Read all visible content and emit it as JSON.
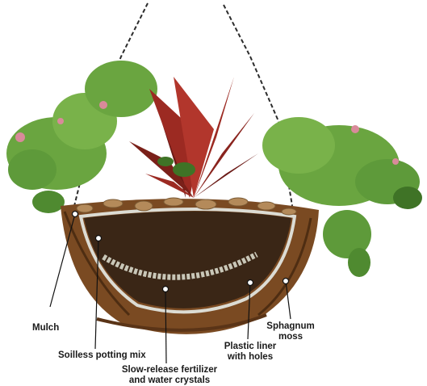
{
  "labels": {
    "mulch": "Mulch",
    "soilless_potting_mix": "Soilless potting mix",
    "fertilizer": "Slow-release fertilizer\nand water crystals",
    "plastic_liner": "Plastic liner\nwith holes",
    "sphagnum_moss": "Sphagnum\nmoss"
  },
  "colors": {
    "moss": "#7a4a22",
    "moss_dark": "#4e2d12",
    "soil": "#3a2616",
    "liner": "#dcdcd4",
    "fertilizer": "#c9c7b8",
    "leaf_green": "#5e9a3a",
    "leaf_dark": "#3f7326",
    "coleus_red": "#9c2a22",
    "coleus_dark": "#6b1a16",
    "chain": "#2c2c2c",
    "mulch_chip": "#b48a5a",
    "callout_line": "#111111"
  }
}
